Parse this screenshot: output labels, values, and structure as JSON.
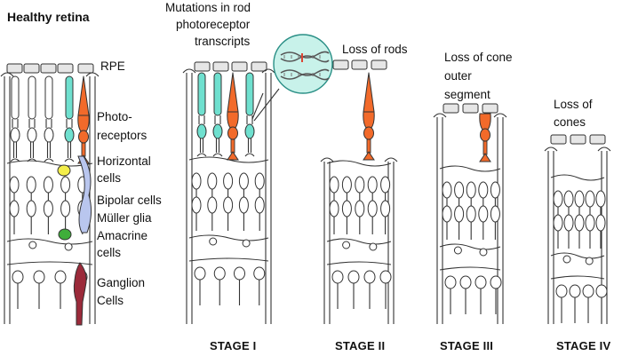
{
  "figure": {
    "title": "Healthy retina",
    "labels": {
      "rpe": "RPE",
      "photoreceptors": [
        "Photo-",
        "receptors"
      ],
      "horizontal": [
        "Horizontal",
        "cells"
      ],
      "bipolar": "Bipolar cells",
      "muller": "Müller glia",
      "amacrine": [
        "Amacrine",
        "cells"
      ],
      "ganglion": [
        "Ganglion",
        "Cells"
      ]
    },
    "annotations": {
      "mutations": [
        "Mutations in rod",
        "photoreceptor",
        "transcripts"
      ],
      "loss_rods": "Loss of rods",
      "loss_cone_os": [
        "Loss of cone",
        "outer",
        "segment"
      ],
      "loss_cones": [
        "Loss of",
        "cones"
      ]
    },
    "stages": [
      "STAGE I",
      "STAGE II",
      "STAGE III",
      "STAGE IV"
    ]
  },
  "colors": {
    "rod": "#6fe0cf",
    "cone": "#f26a2a",
    "horizontal": "#f3ee4a",
    "bipolar": "#b9c6ee",
    "amacrine": "#3fae3a",
    "ganglion": "#9b2a3a",
    "mutation_bubble": "#c8f2ea"
  }
}
